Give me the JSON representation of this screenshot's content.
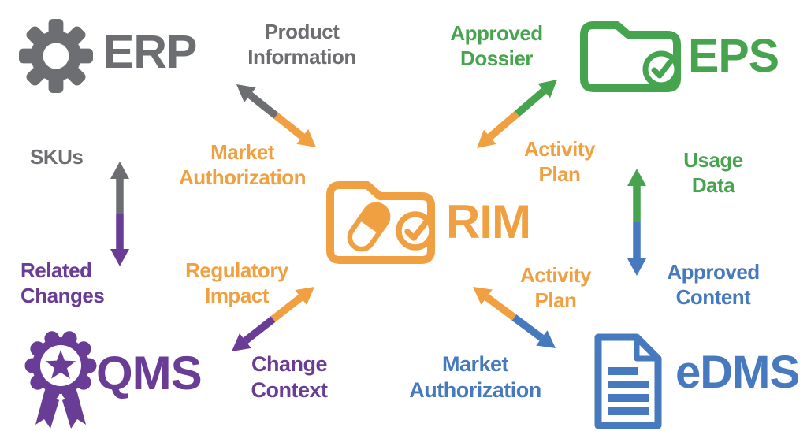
{
  "colors": {
    "gray": "#6D6E71",
    "orange": "#F0A041",
    "green": "#47A44E",
    "purple": "#693C96",
    "blue": "#4779BE",
    "background": "#FFFFFF"
  },
  "systems": {
    "rim": {
      "label": "RIM",
      "icon": "folder-pill-check-icon",
      "color": "orange"
    },
    "erp": {
      "label": "ERP",
      "icon": "gear-icon",
      "color": "gray"
    },
    "eps": {
      "label": "EPS",
      "icon": "folder-check-icon",
      "color": "green"
    },
    "qms": {
      "label": "QMS",
      "icon": "award-ribbon-icon",
      "color": "purple"
    },
    "edms": {
      "label": "eDMS",
      "icon": "document-icon",
      "color": "blue"
    }
  },
  "flows": {
    "erp_rim": {
      "from_erp": "Product Information",
      "from_rim": "Market Authorization"
    },
    "eps_rim": {
      "from_eps": "Approved Dossier",
      "from_rim": "Activity Plan"
    },
    "erp_qms": {
      "from_erp": "SKUs",
      "from_qms": "Related Changes"
    },
    "eps_edms": {
      "from_eps": "Usage Data",
      "from_edms": "Approved Content"
    },
    "qms_rim": {
      "from_rim": "Regulatory Impact",
      "from_qms": "Change Context"
    },
    "edms_rim": {
      "from_rim": "Activity Plan",
      "from_edms": "Market Authorization"
    }
  }
}
